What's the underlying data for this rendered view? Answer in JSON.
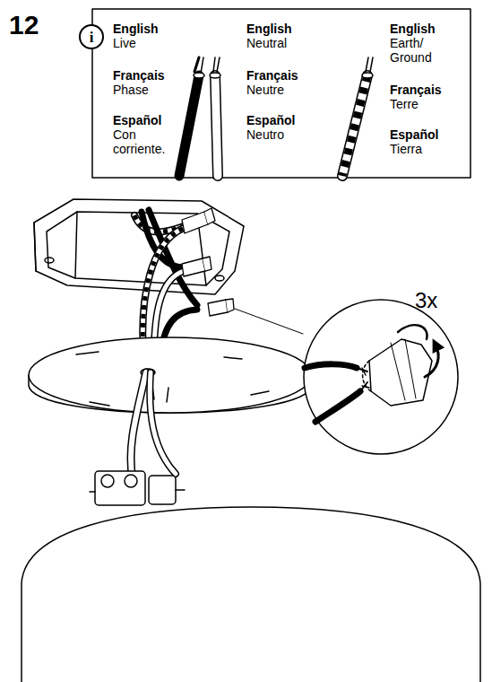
{
  "diagram": {
    "nodes": [
      {
        "text": [
          "i"
        ]
      }
    ],
    "labels": [
      "12",
      "English",
      "Live",
      "Français",
      "Phase",
      "Español",
      "Con corriente.",
      "English",
      "Neutral",
      "Français",
      "Neutre",
      "Español",
      "Neutro",
      "English",
      "Earth/ Ground",
      "Français",
      "Terre",
      "Español",
      "Tierra",
      "3x"
    ]
  }
}
